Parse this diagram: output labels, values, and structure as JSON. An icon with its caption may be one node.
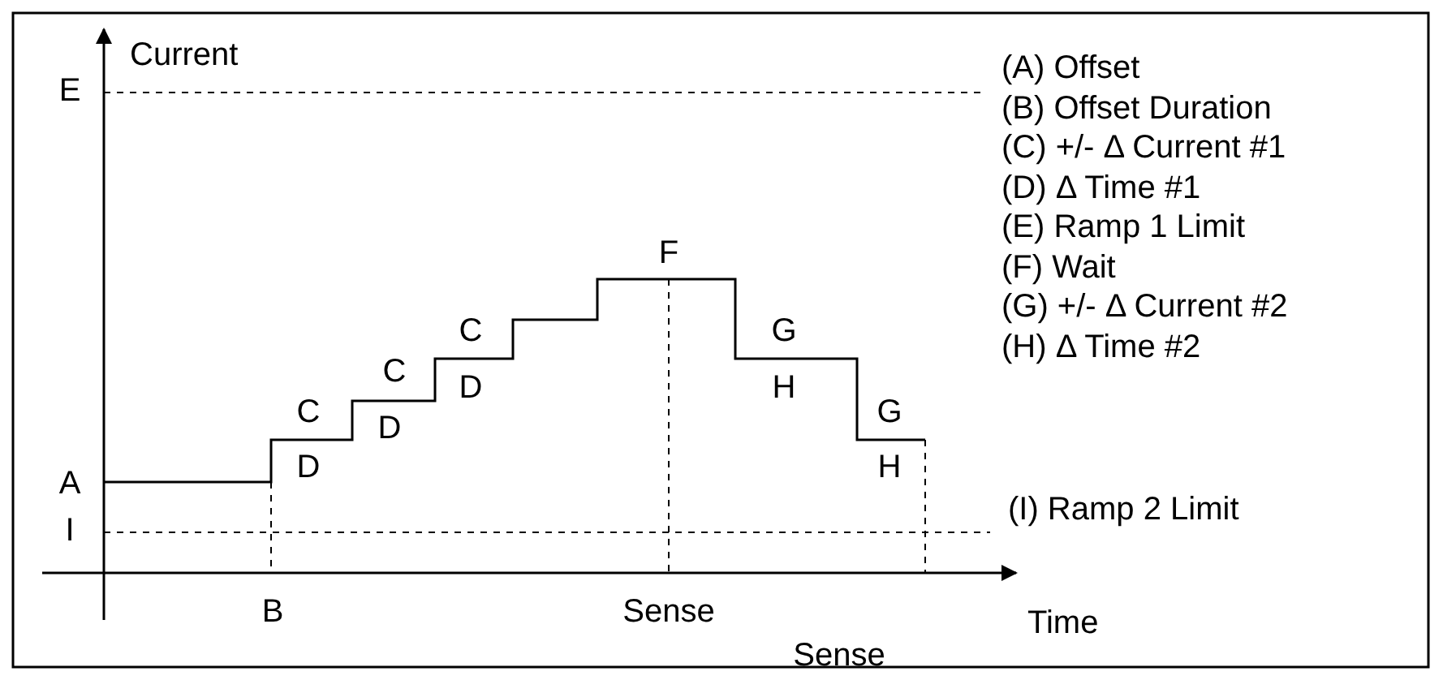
{
  "diagram": {
    "labels": [
      "Current",
      "E",
      "(A) Offset",
      "(B) Offset Duration",
      "(C) +/- Δ Current #1",
      "(D) Δ Time #1",
      "(E) Ramp 1 Limit",
      "F",
      "(F) Wait",
      "C",
      "G",
      "(G) +/- Δ Current #2",
      "C",
      "D",
      "H",
      "(H) Δ Time #2",
      "C",
      "G",
      "D",
      "D",
      "A",
      "H",
      "(I) Ramp 2 Limit",
      "I",
      "B",
      "Sense",
      "Time",
      "Sense"
    ]
  }
}
